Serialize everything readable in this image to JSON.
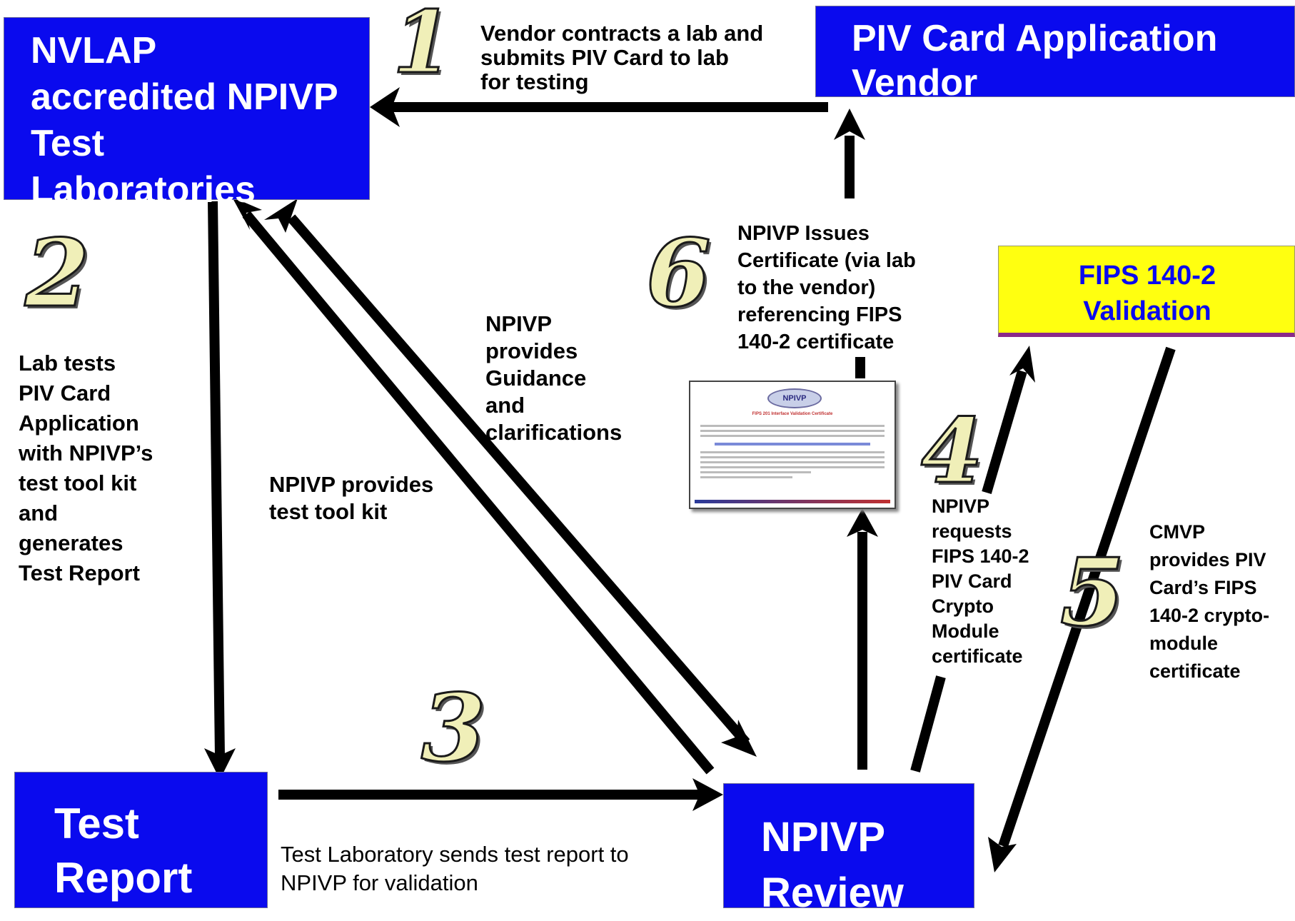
{
  "nodes": {
    "nvlap": "NVLAP\naccredited NPIVP\nTest\nLaboratories",
    "vendor": "PIV Card Application\nVendor",
    "fips": "FIPS 140-2\nValidation",
    "report": "Test\nReport",
    "review": "NPIVP\nReview"
  },
  "steps": {
    "n1": "1",
    "n2": "2",
    "n3": "3",
    "n4": "4",
    "n5": "5",
    "n6": "6"
  },
  "labels": {
    "step1": "Vendor contracts a lab and\nsubmits PIV Card  to lab\nfor testing",
    "step2": "Lab tests\nPIV Card\nApplication\nwith NPIVP’s\ntest tool kit\nand\ngenerates\nTest Report",
    "guidance": "NPIVP\nprovides\nGuidance\nand\nclarifications",
    "toolkit": "NPIVP provides\ntest tool kit",
    "step3": "Test Laboratory sends test report to\nNPIVP for validation",
    "step4": "NPIVP\nrequests\nFIPS 140-2\nPIV Card\nCrypto\nModule\ncertificate",
    "step5": "CMVP\nprovides  PIV\nCard’s FIPS\n140-2 crypto-\nmodule\ncertificate",
    "step6": "NPIVP Issues\nCertificate (via lab\nto the vendor)\nreferencing FIPS\n140-2 certificate"
  },
  "certificate": {
    "logo": "NPIVP",
    "title": "FIPS 201 Interface Validation Certificate"
  },
  "colors": {
    "box_blue": "#0a0aee",
    "fips_yellow": "#ffff10",
    "arrow": "#000000"
  }
}
